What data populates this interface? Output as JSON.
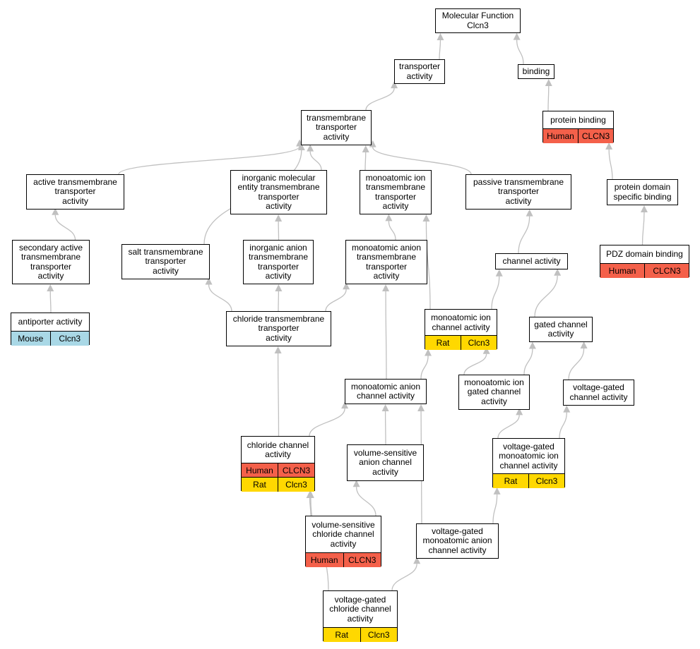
{
  "colors": {
    "human": "#f4604a",
    "rat": "#ffd800",
    "mouse": "#a9d8e6",
    "edge": "#c0c0c0"
  },
  "nodes": {
    "molecular_function": {
      "lines": [
        "Molecular Function",
        "Clcn3"
      ],
      "annotations": []
    },
    "transporter_activity": {
      "lines": [
        "transporter",
        "activity"
      ],
      "annotations": []
    },
    "binding": {
      "lines": [
        "binding"
      ],
      "annotations": []
    },
    "transmembrane_transporter_activity": {
      "lines": [
        "transmembrane",
        "transporter",
        "activity"
      ],
      "annotations": []
    },
    "protein_binding": {
      "lines": [
        "protein binding"
      ],
      "annotations": [
        {
          "species": "Human",
          "gene": "CLCN3"
        }
      ]
    },
    "active_transmembrane_transporter_activity": {
      "lines": [
        "active transmembrane",
        "transporter",
        "activity"
      ],
      "annotations": []
    },
    "inorganic_molecular_entity_transmembrane_transporter_activity": {
      "lines": [
        "inorganic molecular",
        "entity transmembrane",
        "transporter",
        "activity"
      ],
      "annotations": []
    },
    "monoatomic_ion_transmembrane_transporter_activity": {
      "lines": [
        "monoatomic ion",
        "transmembrane",
        "transporter",
        "activity"
      ],
      "annotations": []
    },
    "passive_transmembrane_transporter_activity": {
      "lines": [
        "passive transmembrane",
        "transporter",
        "activity"
      ],
      "annotations": []
    },
    "protein_domain_specific_binding": {
      "lines": [
        "protein domain",
        "specific binding"
      ],
      "annotations": []
    },
    "secondary_active_transmembrane_transporter_activity": {
      "lines": [
        "secondary active",
        "transmembrane",
        "transporter",
        "activity"
      ],
      "annotations": []
    },
    "salt_transmembrane_transporter_activity": {
      "lines": [
        "salt transmembrane",
        "transporter",
        "activity"
      ],
      "annotations": []
    },
    "inorganic_anion_transmembrane_transporter_activity": {
      "lines": [
        "inorganic anion",
        "transmembrane",
        "transporter",
        "activity"
      ],
      "annotations": []
    },
    "monoatomic_anion_transmembrane_transporter_activity": {
      "lines": [
        "monoatomic anion",
        "transmembrane",
        "transporter",
        "activity"
      ],
      "annotations": []
    },
    "channel_activity": {
      "lines": [
        "channel activity"
      ],
      "annotations": []
    },
    "pdz_domain_binding": {
      "lines": [
        "PDZ domain binding"
      ],
      "annotations": [
        {
          "species": "Human",
          "gene": "CLCN3"
        }
      ]
    },
    "antiporter_activity": {
      "lines": [
        "antiporter activity"
      ],
      "annotations": [
        {
          "species": "Mouse",
          "gene": "Clcn3"
        }
      ]
    },
    "chloride_transmembrane_transporter_activity": {
      "lines": [
        "chloride transmembrane",
        "transporter",
        "activity"
      ],
      "annotations": []
    },
    "monoatomic_ion_channel_activity": {
      "lines": [
        "monoatomic ion",
        "channel activity"
      ],
      "annotations": [
        {
          "species": "Rat",
          "gene": "Clcn3"
        }
      ]
    },
    "gated_channel_activity": {
      "lines": [
        "gated channel",
        "activity"
      ],
      "annotations": []
    },
    "monoatomic_anion_channel_activity": {
      "lines": [
        "monoatomic anion",
        "channel activity"
      ],
      "annotations": []
    },
    "monoatomic_ion_gated_channel_activity": {
      "lines": [
        "monoatomic ion",
        "gated channel",
        "activity"
      ],
      "annotations": []
    },
    "voltage_gated_channel_activity": {
      "lines": [
        "voltage-gated",
        "channel activity"
      ],
      "annotations": []
    },
    "chloride_channel_activity": {
      "lines": [
        "chloride channel",
        "activity"
      ],
      "annotations": [
        {
          "species": "Human",
          "gene": "CLCN3"
        },
        {
          "species": "Rat",
          "gene": "Clcn3"
        }
      ]
    },
    "volume_sensitive_anion_channel_activity": {
      "lines": [
        "volume-sensitive",
        "anion channel",
        "activity"
      ],
      "annotations": []
    },
    "voltage_gated_monoatomic_ion_channel_activity": {
      "lines": [
        "voltage-gated",
        "monoatomic ion",
        "channel activity"
      ],
      "annotations": [
        {
          "species": "Rat",
          "gene": "Clcn3"
        }
      ]
    },
    "volume_sensitive_chloride_channel_activity": {
      "lines": [
        "volume-sensitive",
        "chloride channel",
        "activity"
      ],
      "annotations": [
        {
          "species": "Human",
          "gene": "CLCN3"
        }
      ]
    },
    "voltage_gated_monoatomic_anion_channel_activity": {
      "lines": [
        "voltage-gated",
        "monoatomic anion",
        "channel activity"
      ],
      "annotations": []
    },
    "voltage_gated_chloride_channel_activity": {
      "lines": [
        "voltage-gated",
        "chloride channel",
        "activity"
      ],
      "annotations": [
        {
          "species": "Rat",
          "gene": "Clcn3"
        }
      ]
    }
  },
  "edges": [
    [
      "transporter_activity",
      "molecular_function"
    ],
    [
      "binding",
      "molecular_function"
    ],
    [
      "transmembrane_transporter_activity",
      "transporter_activity"
    ],
    [
      "protein_binding",
      "binding"
    ],
    [
      "active_transmembrane_transporter_activity",
      "transmembrane_transporter_activity"
    ],
    [
      "inorganic_molecular_entity_transmembrane_transporter_activity",
      "transmembrane_transporter_activity"
    ],
    [
      "monoatomic_ion_transmembrane_transporter_activity",
      "transmembrane_transporter_activity"
    ],
    [
      "passive_transmembrane_transporter_activity",
      "transmembrane_transporter_activity"
    ],
    [
      "salt_transmembrane_transporter_activity",
      "transmembrane_transporter_activity"
    ],
    [
      "protein_domain_specific_binding",
      "protein_binding"
    ],
    [
      "secondary_active_transmembrane_transporter_activity",
      "active_transmembrane_transporter_activity"
    ],
    [
      "inorganic_anion_transmembrane_transporter_activity",
      "inorganic_molecular_entity_transmembrane_transporter_activity"
    ],
    [
      "monoatomic_anion_transmembrane_transporter_activity",
      "monoatomic_ion_transmembrane_transporter_activity"
    ],
    [
      "channel_activity",
      "passive_transmembrane_transporter_activity"
    ],
    [
      "pdz_domain_binding",
      "protein_domain_specific_binding"
    ],
    [
      "antiporter_activity",
      "secondary_active_transmembrane_transporter_activity"
    ],
    [
      "chloride_transmembrane_transporter_activity",
      "salt_transmembrane_transporter_activity"
    ],
    [
      "chloride_transmembrane_transporter_activity",
      "inorganic_anion_transmembrane_transporter_activity"
    ],
    [
      "chloride_transmembrane_transporter_activity",
      "monoatomic_anion_transmembrane_transporter_activity"
    ],
    [
      "monoatomic_ion_channel_activity",
      "monoatomic_ion_transmembrane_transporter_activity"
    ],
    [
      "monoatomic_ion_channel_activity",
      "channel_activity"
    ],
    [
      "gated_channel_activity",
      "channel_activity"
    ],
    [
      "monoatomic_anion_channel_activity",
      "monoatomic_anion_transmembrane_transporter_activity"
    ],
    [
      "monoatomic_anion_channel_activity",
      "monoatomic_ion_channel_activity"
    ],
    [
      "monoatomic_ion_gated_channel_activity",
      "monoatomic_ion_channel_activity"
    ],
    [
      "monoatomic_ion_gated_channel_activity",
      "gated_channel_activity"
    ],
    [
      "voltage_gated_channel_activity",
      "gated_channel_activity"
    ],
    [
      "chloride_channel_activity",
      "chloride_transmembrane_transporter_activity"
    ],
    [
      "chloride_channel_activity",
      "monoatomic_anion_channel_activity"
    ],
    [
      "volume_sensitive_anion_channel_activity",
      "monoatomic_anion_channel_activity"
    ],
    [
      "voltage_gated_monoatomic_ion_channel_activity",
      "monoatomic_ion_gated_channel_activity"
    ],
    [
      "voltage_gated_monoatomic_ion_channel_activity",
      "voltage_gated_channel_activity"
    ],
    [
      "volume_sensitive_chloride_channel_activity",
      "chloride_channel_activity"
    ],
    [
      "volume_sensitive_chloride_channel_activity",
      "volume_sensitive_anion_channel_activity"
    ],
    [
      "voltage_gated_monoatomic_anion_channel_activity",
      "monoatomic_anion_channel_activity"
    ],
    [
      "voltage_gated_monoatomic_anion_channel_activity",
      "voltage_gated_monoatomic_ion_channel_activity"
    ],
    [
      "voltage_gated_chloride_channel_activity",
      "chloride_channel_activity"
    ],
    [
      "voltage_gated_chloride_channel_activity",
      "voltage_gated_monoatomic_anion_channel_activity"
    ]
  ]
}
